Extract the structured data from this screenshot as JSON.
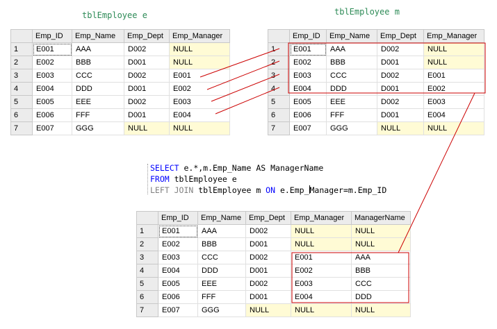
{
  "left_table": {
    "title": "tblEmployee e",
    "columns": [
      "Emp_ID",
      "Emp_Name",
      "Emp_Dept",
      "Emp_Manager"
    ],
    "rows": [
      [
        "1",
        "E001",
        "AAA",
        "D002",
        "NULL"
      ],
      [
        "2",
        "E002",
        "BBB",
        "D001",
        "NULL"
      ],
      [
        "3",
        "E003",
        "CCC",
        "D002",
        "E001"
      ],
      [
        "4",
        "E004",
        "DDD",
        "D001",
        "E002"
      ],
      [
        "5",
        "E005",
        "EEE",
        "D002",
        "E003"
      ],
      [
        "6",
        "E006",
        "FFF",
        "D001",
        "E004"
      ],
      [
        "7",
        "E007",
        "GGG",
        "NULL",
        "NULL"
      ]
    ]
  },
  "right_table": {
    "title": "tblEmployee m",
    "columns": [
      "Emp_ID",
      "Emp_Name",
      "Emp_Dept",
      "Emp_Manager"
    ],
    "rows": [
      [
        "1",
        "E001",
        "AAA",
        "D002",
        "NULL"
      ],
      [
        "2",
        "E002",
        "BBB",
        "D001",
        "NULL"
      ],
      [
        "3",
        "E003",
        "CCC",
        "D002",
        "E001"
      ],
      [
        "4",
        "E004",
        "DDD",
        "D001",
        "E002"
      ],
      [
        "5",
        "E005",
        "EEE",
        "D002",
        "E003"
      ],
      [
        "6",
        "E006",
        "FFF",
        "D001",
        "E004"
      ],
      [
        "7",
        "E007",
        "GGG",
        "NULL",
        "NULL"
      ]
    ]
  },
  "query": {
    "line1_kw": "SELECT",
    "line1_rest": " e.*,m.Emp_Name AS ManagerName",
    "line2_kw": "FROM",
    "line2_rest": " tblEmployee e",
    "line3_kw": "LEFT JOIN",
    "line3_a": " tblEmployee m ",
    "line3_on": "ON",
    "line3_b": " e.Emp_",
    "line3_c": "Manager=m.Emp_ID"
  },
  "result_table": {
    "columns": [
      "Emp_ID",
      "Emp_Name",
      "Emp_Dept",
      "Emp_Manager",
      "ManagerName"
    ],
    "rows": [
      [
        "1",
        "E001",
        "AAA",
        "D002",
        "NULL",
        "NULL"
      ],
      [
        "2",
        "E002",
        "BBB",
        "D001",
        "NULL",
        "NULL"
      ],
      [
        "3",
        "E003",
        "CCC",
        "D002",
        "E001",
        "AAA"
      ],
      [
        "4",
        "E004",
        "DDD",
        "D001",
        "E002",
        "BBB"
      ],
      [
        "5",
        "E005",
        "EEE",
        "D002",
        "E003",
        "CCC"
      ],
      [
        "6",
        "E006",
        "FFF",
        "D001",
        "E004",
        "DDD"
      ],
      [
        "7",
        "E007",
        "GGG",
        "NULL",
        "NULL",
        "NULL"
      ]
    ]
  },
  "colors": {
    "highlight_box": "#cc0000",
    "null_cell": "#fffbd5",
    "keyword": "#0000ff",
    "title_text": "#2e8b57"
  }
}
